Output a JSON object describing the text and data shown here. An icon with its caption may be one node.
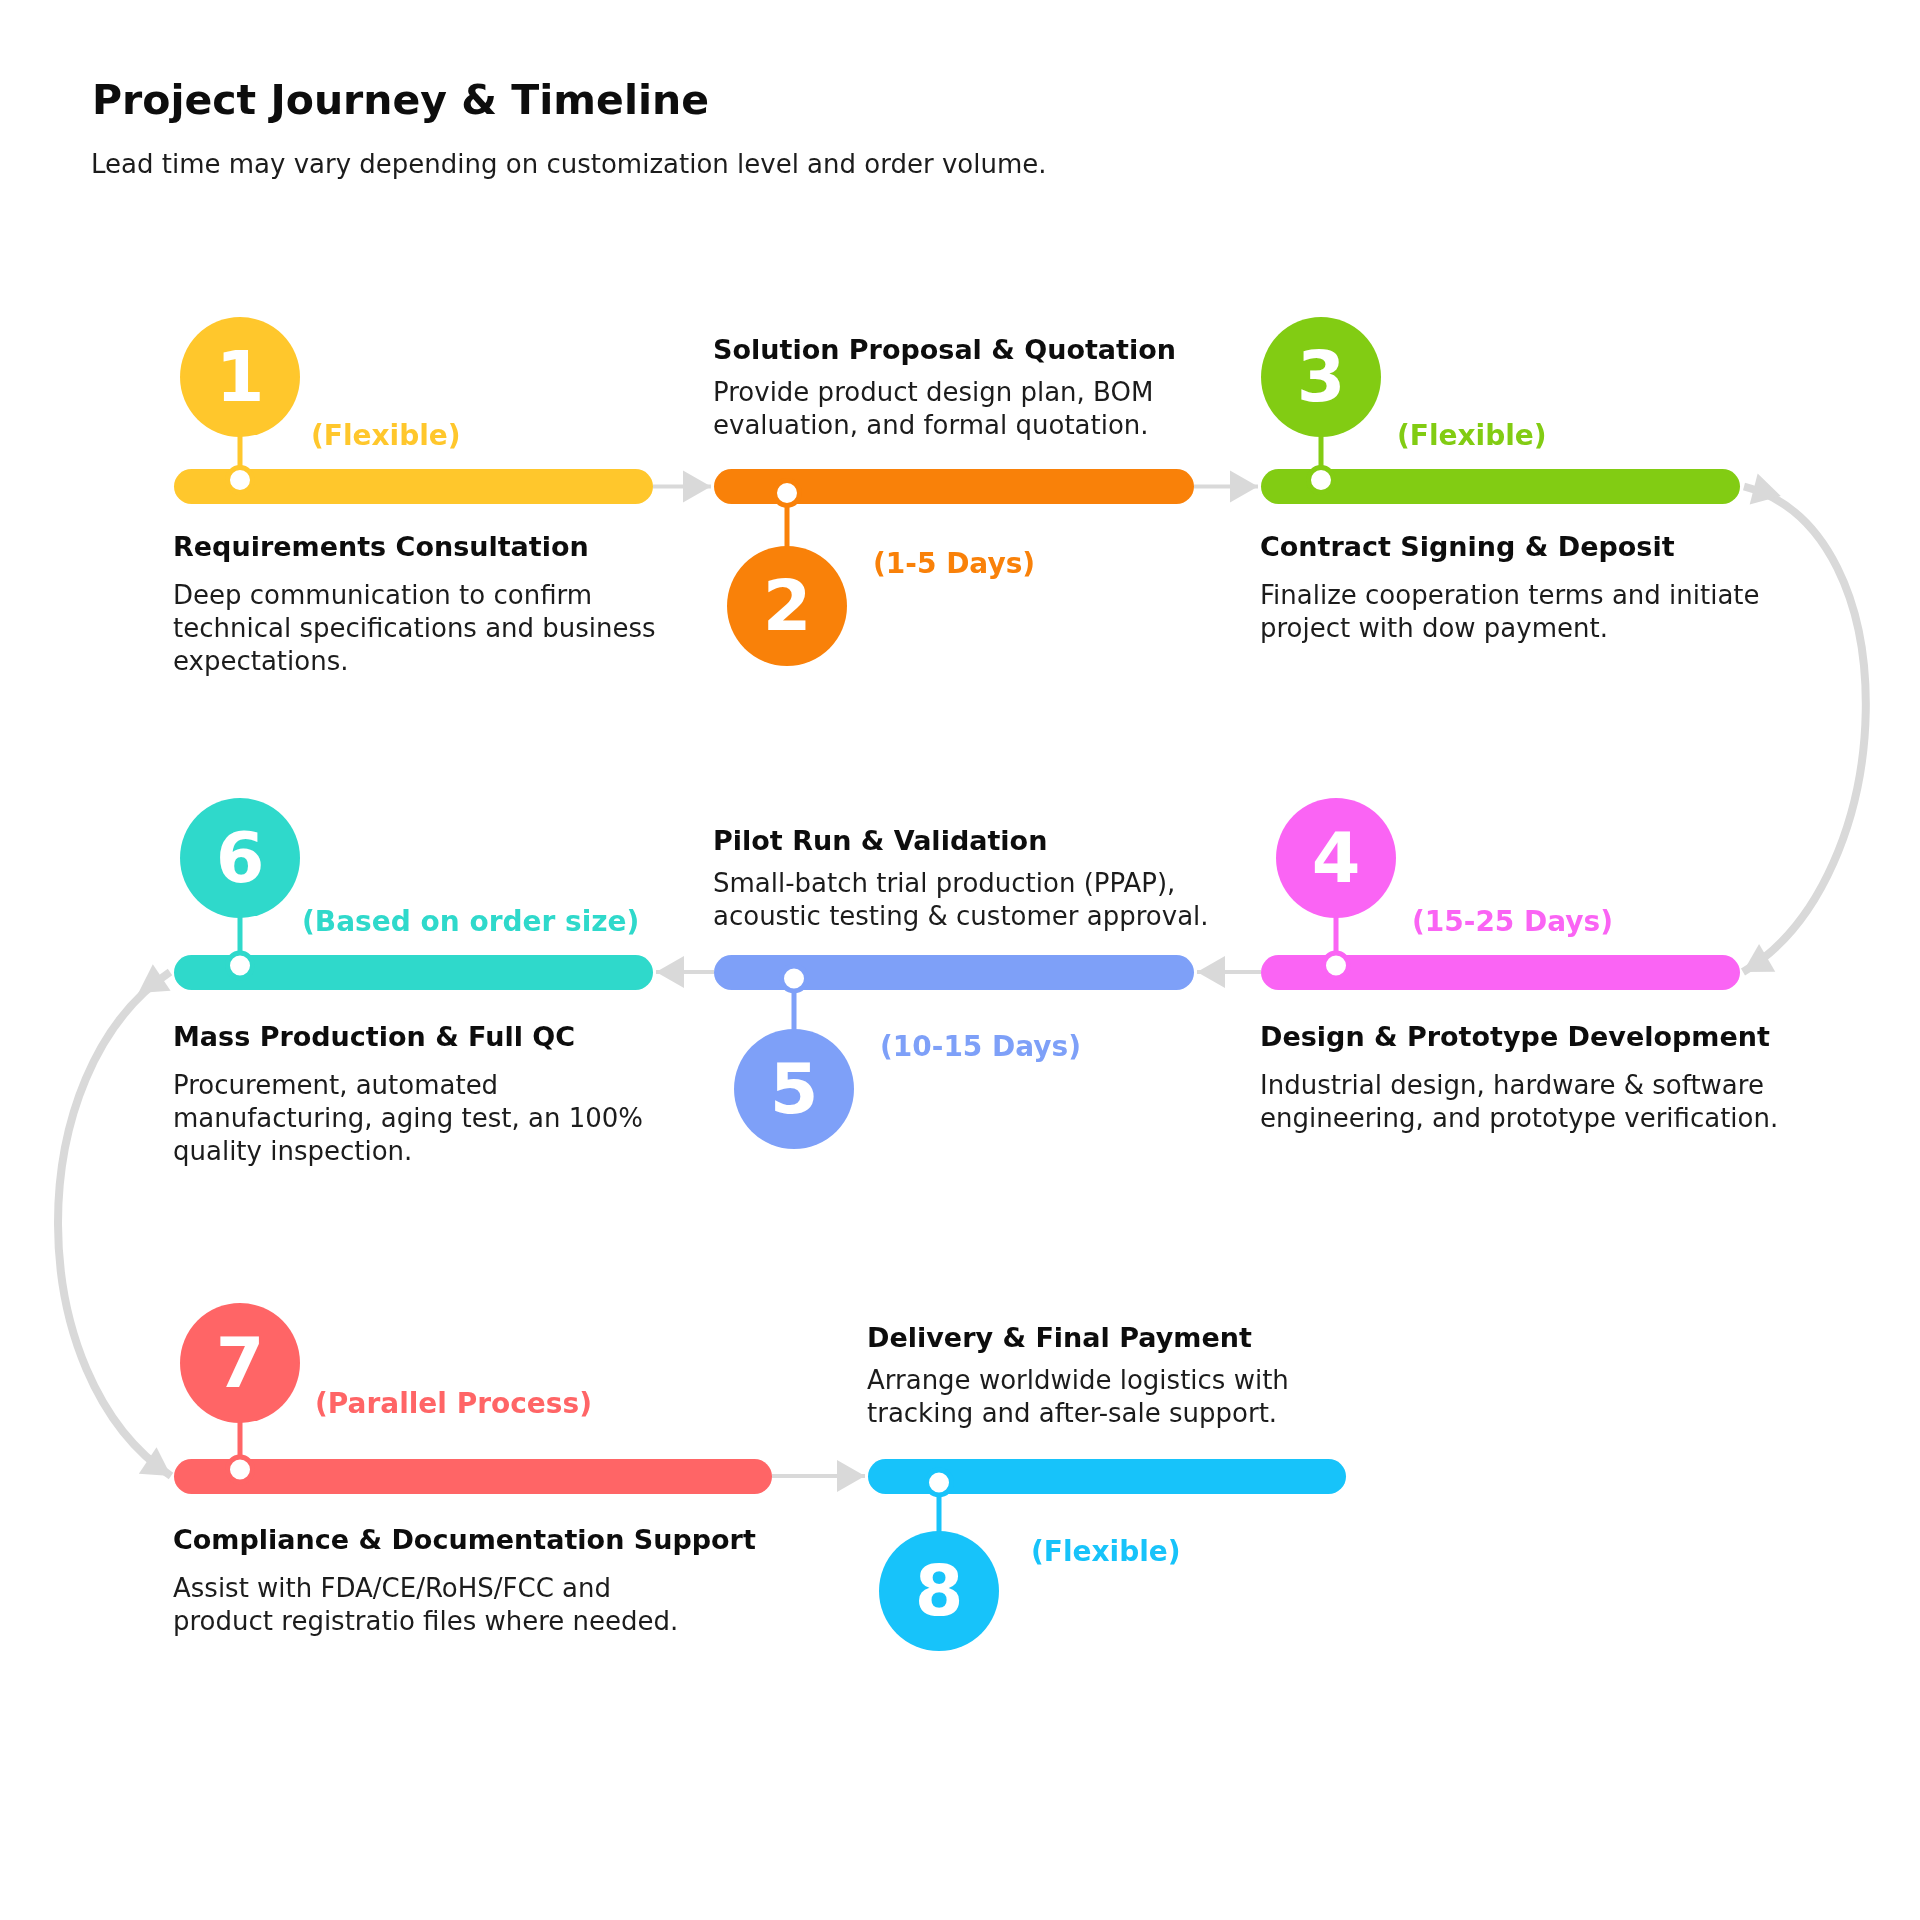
{
  "diagram": {
    "title": "Project Journey & Timeline",
    "nodes": [
      {
        "text": [
          "1"
        ],
        "beside": [
          "(Flexible)"
        ]
      },
      {
        "text": [],
        "shape": "bar",
        "beside": [
          "Requirements Consultation",
          "Deep communication to confirm technical specifications and business expectations."
        ]
      },
      {
        "text": [
          "2"
        ],
        "beside": [
          "(1-5 Days)"
        ]
      },
      {
        "text": [],
        "shape": "bar",
        "beside": [
          "Solution Proposal & Quotation",
          "Provide product design plan, BOM evaluation, and formal quotation."
        ]
      },
      {
        "text": [
          "3"
        ],
        "beside": [
          "(Flexible)"
        ]
      },
      {
        "text": [],
        "shape": "bar",
        "beside": [
          "Contract Signing & Deposit",
          "Finalize cooperation terms and initiate project with dow payment."
        ]
      },
      {
        "text": [
          "4"
        ],
        "beside": [
          "(15-25 Days)"
        ]
      },
      {
        "text": [],
        "shape": "bar",
        "beside": [
          "Design & Prototype Development",
          "Industrial design, hardware & software engineering, and prototype verification."
        ]
      },
      {
        "text": [
          "5"
        ],
        "beside": [
          "(10-15 Days)"
        ]
      },
      {
        "text": [],
        "shape": "bar",
        "beside": [
          "Pilot Run & Validation",
          "Small-batch trial production (PPAP), acoustic testing & customer approval."
        ]
      },
      {
        "text": [
          "6"
        ],
        "beside": [
          "(Based on order size)"
        ]
      },
      {
        "text": [],
        "shape": "bar",
        "beside": [
          "Mass Production & Full QC",
          "Procurement, automated manufacturing, aging test, an 100% quality inspection."
        ]
      },
      {
        "text": [
          "7"
        ],
        "beside": [
          "(Parallel Process)"
        ]
      },
      {
        "text": [],
        "shape": "bar",
        "beside": [
          "Compliance & Documentation Support",
          "Assist with FDA/CE/RoHS/FCC and product registratio files where needed."
        ]
      },
      {
        "text": [
          "8"
        ],
        "beside": [
          "(Flexible)"
        ]
      },
      {
        "text": [],
        "shape": "bar",
        "beside": [
          "Delivery & Final Payment",
          "Arrange worldwide logistics with tracking and after-sale support."
        ]
      }
    ],
    "edges": [
      {
        "from": 0,
        "to": 1,
        "arrow": "other",
        "color": "#ffc72c"
      },
      {
        "from": 2,
        "to": 3,
        "arrow": "other",
        "color": "#f98109"
      },
      {
        "from": 4,
        "to": 5,
        "arrow": "other",
        "color": "#82cc13"
      },
      {
        "from": 6,
        "to": 7,
        "arrow": "other",
        "color": "#fa64f4"
      },
      {
        "from": 8,
        "to": 9,
        "arrow": "other",
        "color": "#7ea0f8"
      },
      {
        "from": 10,
        "to": 11,
        "arrow": "other",
        "color": "#2fd9cb"
      },
      {
        "from": 12,
        "to": 13,
        "arrow": "other",
        "color": "#ff6566"
      },
      {
        "from": 14,
        "to": 15,
        "arrow": "other",
        "color": "#17c3fa"
      },
      {
        "from": 1,
        "to": 3,
        "arrow": "to"
      },
      {
        "from": 3,
        "to": 5,
        "arrow": "to"
      },
      {
        "from": 5,
        "to": 7,
        "arrow": "to"
      },
      {
        "from": 7,
        "to": 9,
        "arrow": "to"
      },
      {
        "from": 9,
        "to": 11,
        "arrow": "to"
      },
      {
        "from": 11,
        "to": 13,
        "arrow": "to"
      },
      {
        "from": 13,
        "to": 15,
        "arrow": "to"
      }
    ],
    "labels": [
      "Lead time may vary depending on customization level and order volume."
    ]
  }
}
